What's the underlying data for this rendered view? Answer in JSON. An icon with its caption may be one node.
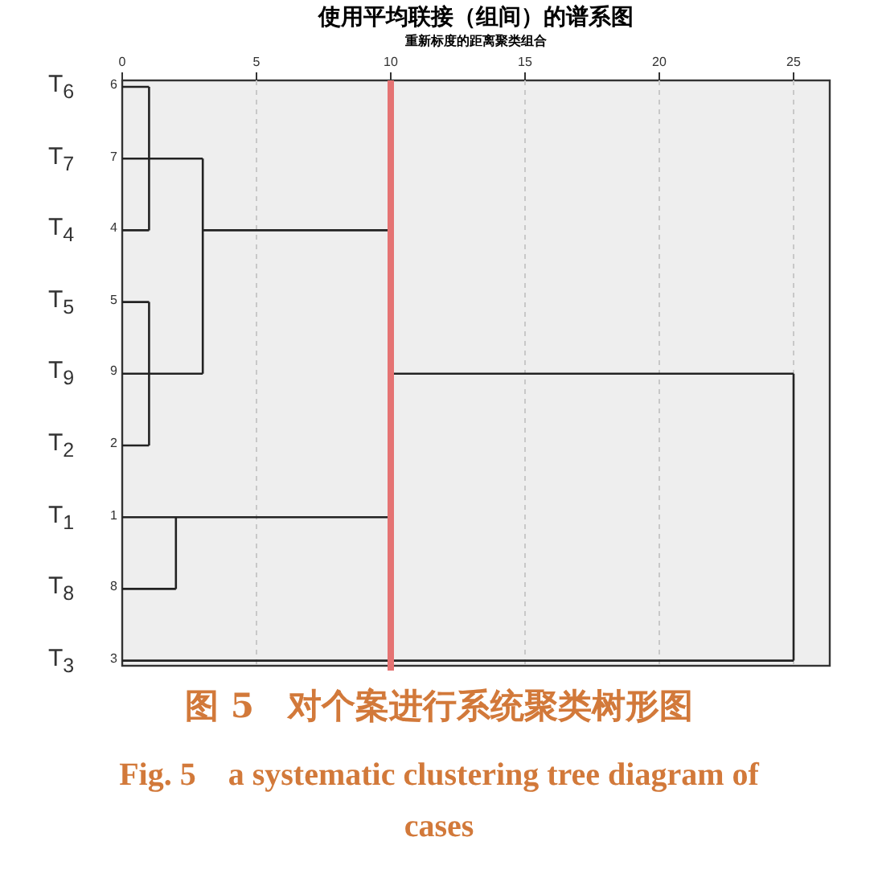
{
  "diagram": {
    "title": "使用平均联接（组间）的谱系图",
    "caption": "图 5　对个案进行系统聚类树形图",
    "labels": [
      "重新标度的距离聚类组合",
      "0",
      "5",
      "10",
      "15",
      "20",
      "25",
      "T$_{6}$",
      "6",
      "T$_{7}$",
      "7",
      "T$_{4}$",
      "4",
      "T$_{5}$",
      "5",
      "T$_{9}$",
      "9",
      "T$_{2}$",
      "2",
      "T$_{1}$",
      "1",
      "T$_{8}$",
      "8",
      "T$_{3}$",
      "3",
      "Fig. 5　a systematic clustering tree diagram of cases"
    ]
  }
}
